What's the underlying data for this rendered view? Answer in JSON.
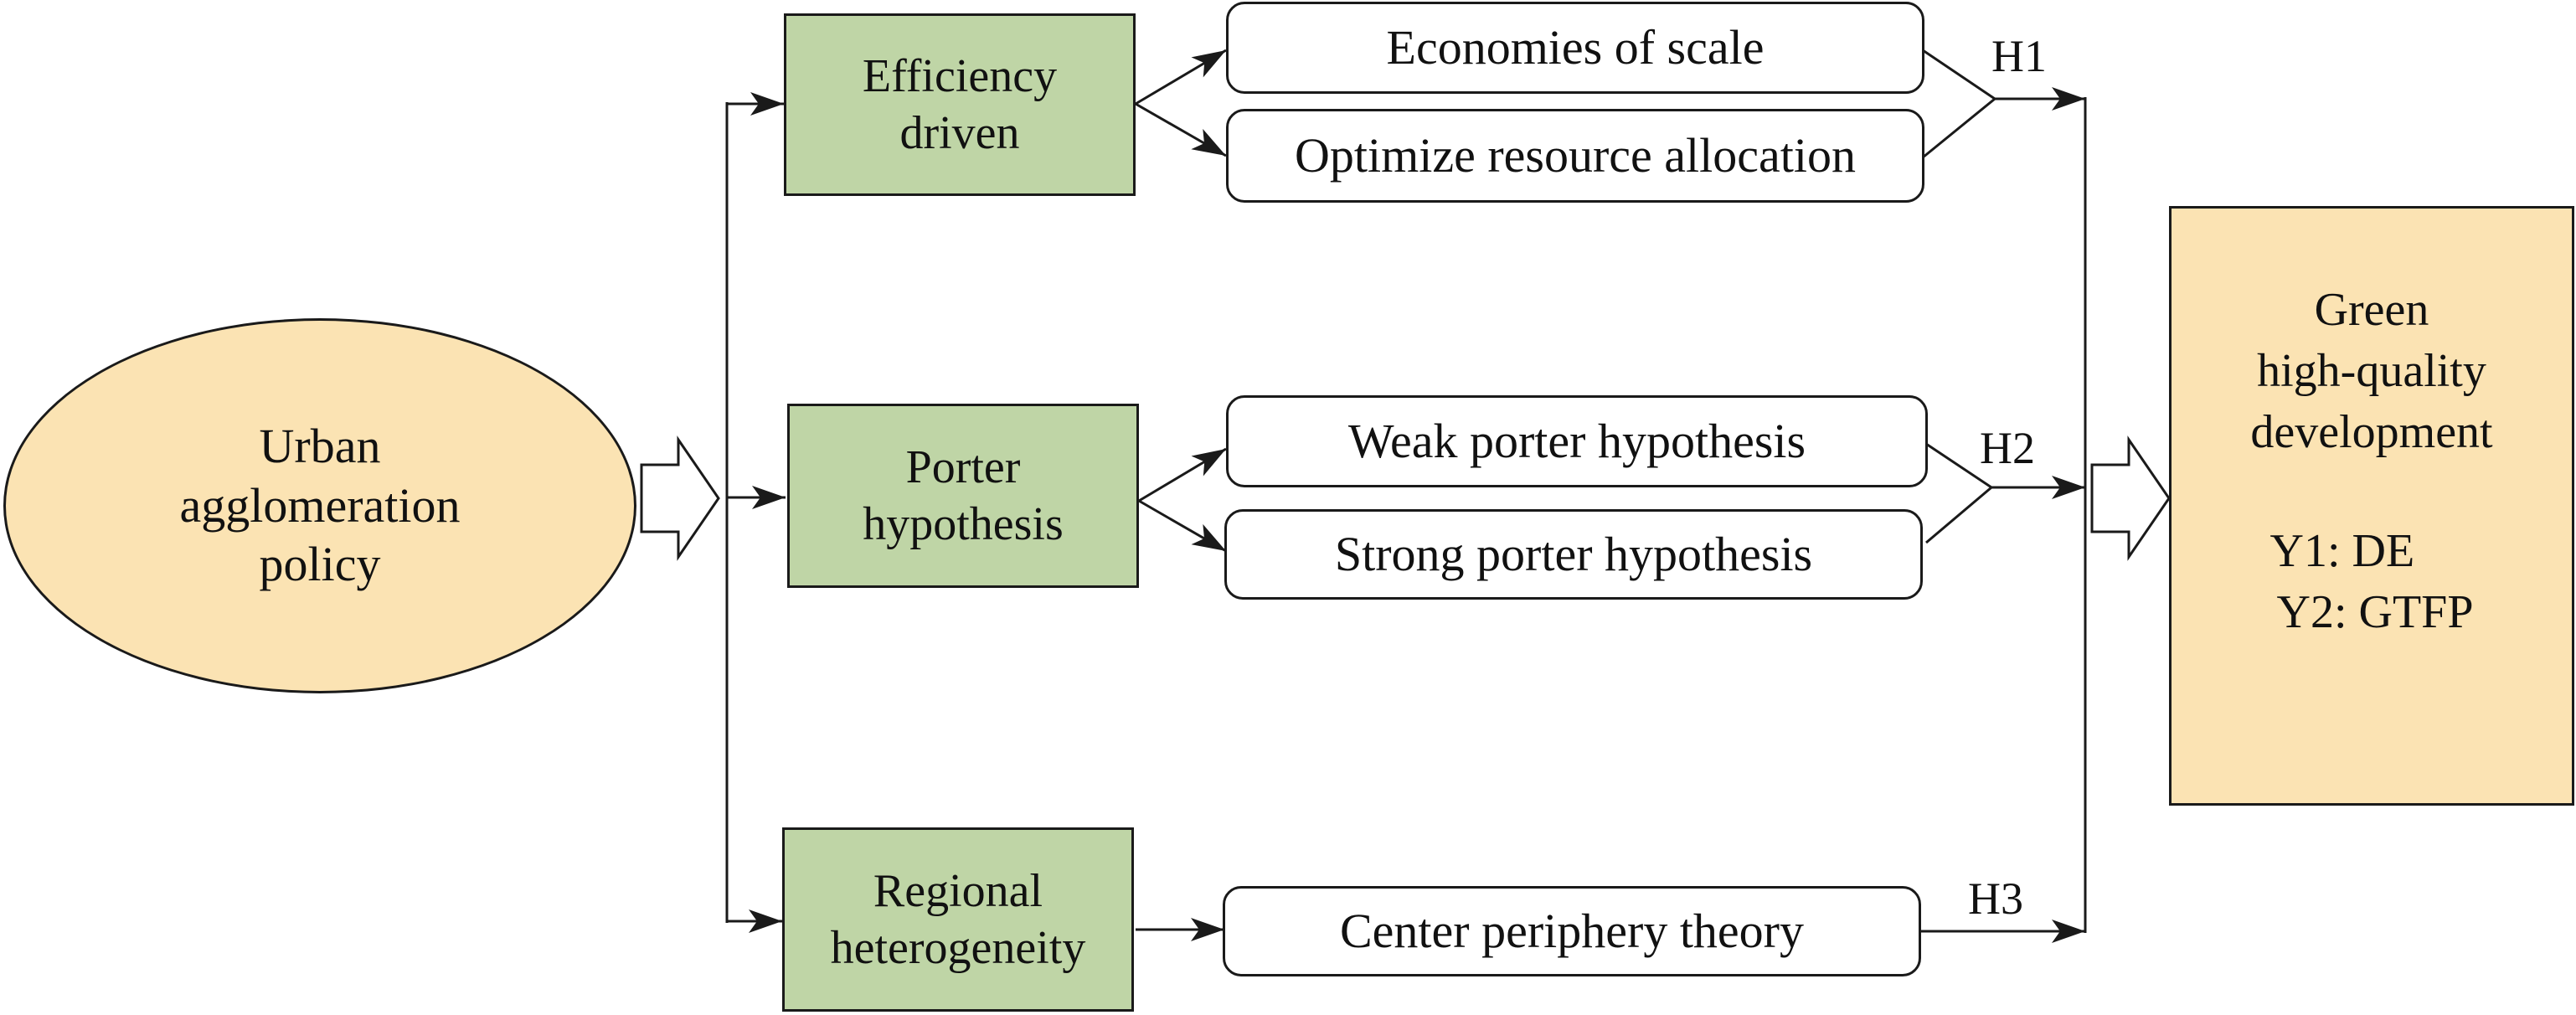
{
  "policy": "Urban\nagglomeration\npolicy",
  "mechanisms": {
    "efficiency": "Efficiency\ndriven",
    "porter": "Porter\nhypothesis",
    "regional": "Regional\nheterogeneity"
  },
  "channels": {
    "scale": "Economies of scale",
    "resource": "Optimize resource allocation",
    "weak": "Weak porter hypothesis",
    "strong": "Strong porter hypothesis",
    "center": "Center periphery theory"
  },
  "hypotheses": {
    "h1": "H1",
    "h2": "H2",
    "h3": "H3"
  },
  "outcome": {
    "title": "Green\nhigh-quality\ndevelopment",
    "y1": "Y1: DE",
    "y2": "Y2: GTFP"
  },
  "colors": {
    "policy_fill": "#fbe3b3",
    "mechanism_fill": "#bfd5a6",
    "outcome_fill": "#fbe3b3",
    "line": "#1a1a1a"
  }
}
